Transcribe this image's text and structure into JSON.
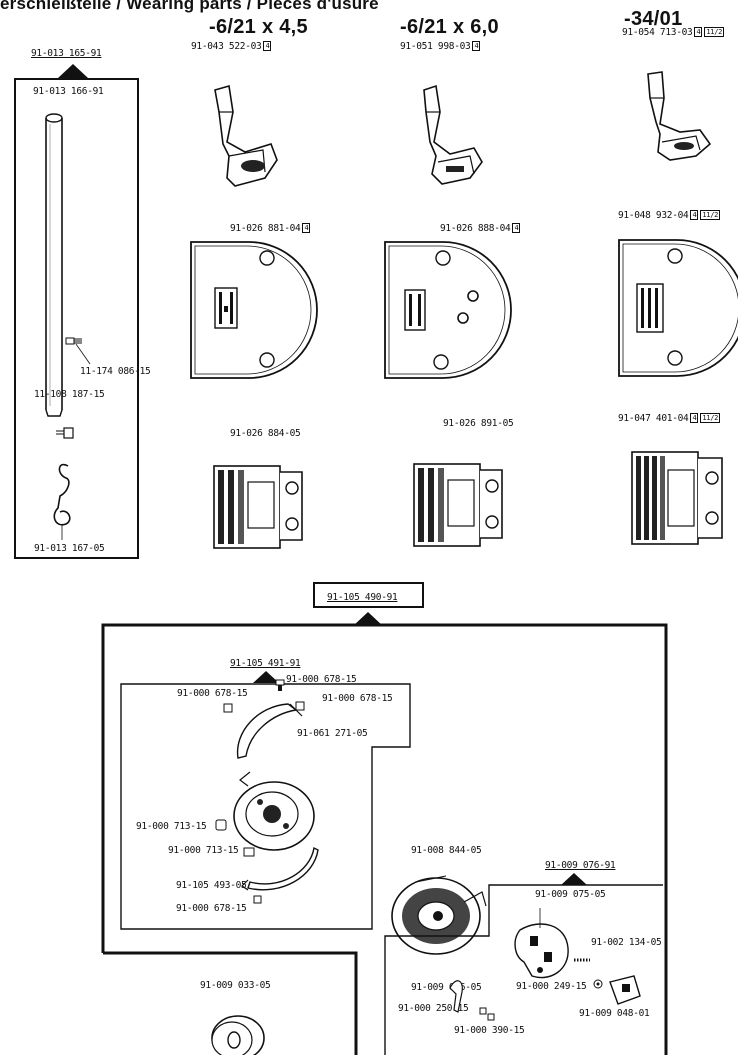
{
  "header": "erschleißteile  /  Wearing parts  /  Pièces d'usure",
  "columns": [
    {
      "title": "-6/21 x 4,5",
      "foot_part": "91-043 522-03",
      "foot_badge": "4",
      "plate_part": "91-026 881-04",
      "plate_badge": "4",
      "feed_part": "91-026 884-05"
    },
    {
      "title": "-6/21 x 6,0",
      "foot_part": "91-051 998-03",
      "foot_badge": "4",
      "plate_part": "91-026 888-04",
      "plate_badge": "4",
      "feed_part": "91-026 891-05"
    },
    {
      "title": "-34/01",
      "foot_part": "91-054 713-03",
      "foot_badge": "4",
      "foot_badge2": "11/2",
      "plate_part": "91-048 932-04",
      "plate_badge": "4",
      "plate_badge2": "11/2",
      "feed_part": "91-047 401-04",
      "feed_badge": "4",
      "feed_badge2": "11/2"
    }
  ],
  "needle_bar": {
    "assembly": "91-013 165-91",
    "bar": "91-013 166-91",
    "screw1": "11-174 086-15",
    "screw2": "11-108 187-15",
    "guide": "91-013 167-05"
  },
  "hook": {
    "assembly": "91-105 490-91",
    "sub_assembly": "91-105 491-91",
    "parts": {
      "screw_top": "91-000 678-15",
      "screw_left": "91-000 678-15",
      "screw_right": "91-000 678-15",
      "gib": "91-061 271-05",
      "screw_set": "91-000 713-15",
      "screw_set2": "91-000 713-15",
      "ring": "91-105 493-05",
      "screw_bottom": "91-000 678-15",
      "bobbin_case": "91-008 844-05"
    },
    "bobbin_assembly": "91-009 076-91",
    "bobbin_parts": {
      "case": "91-009 075-05",
      "spring": "91-002 134-05",
      "latch": "91-009 026-05",
      "screw_a": "91-000 249-15",
      "screw_b": "91-000 250-15",
      "screw_c": "91-000 390-15",
      "lever": "91-009 048-01"
    },
    "bobbin": "91-009 033-05"
  }
}
